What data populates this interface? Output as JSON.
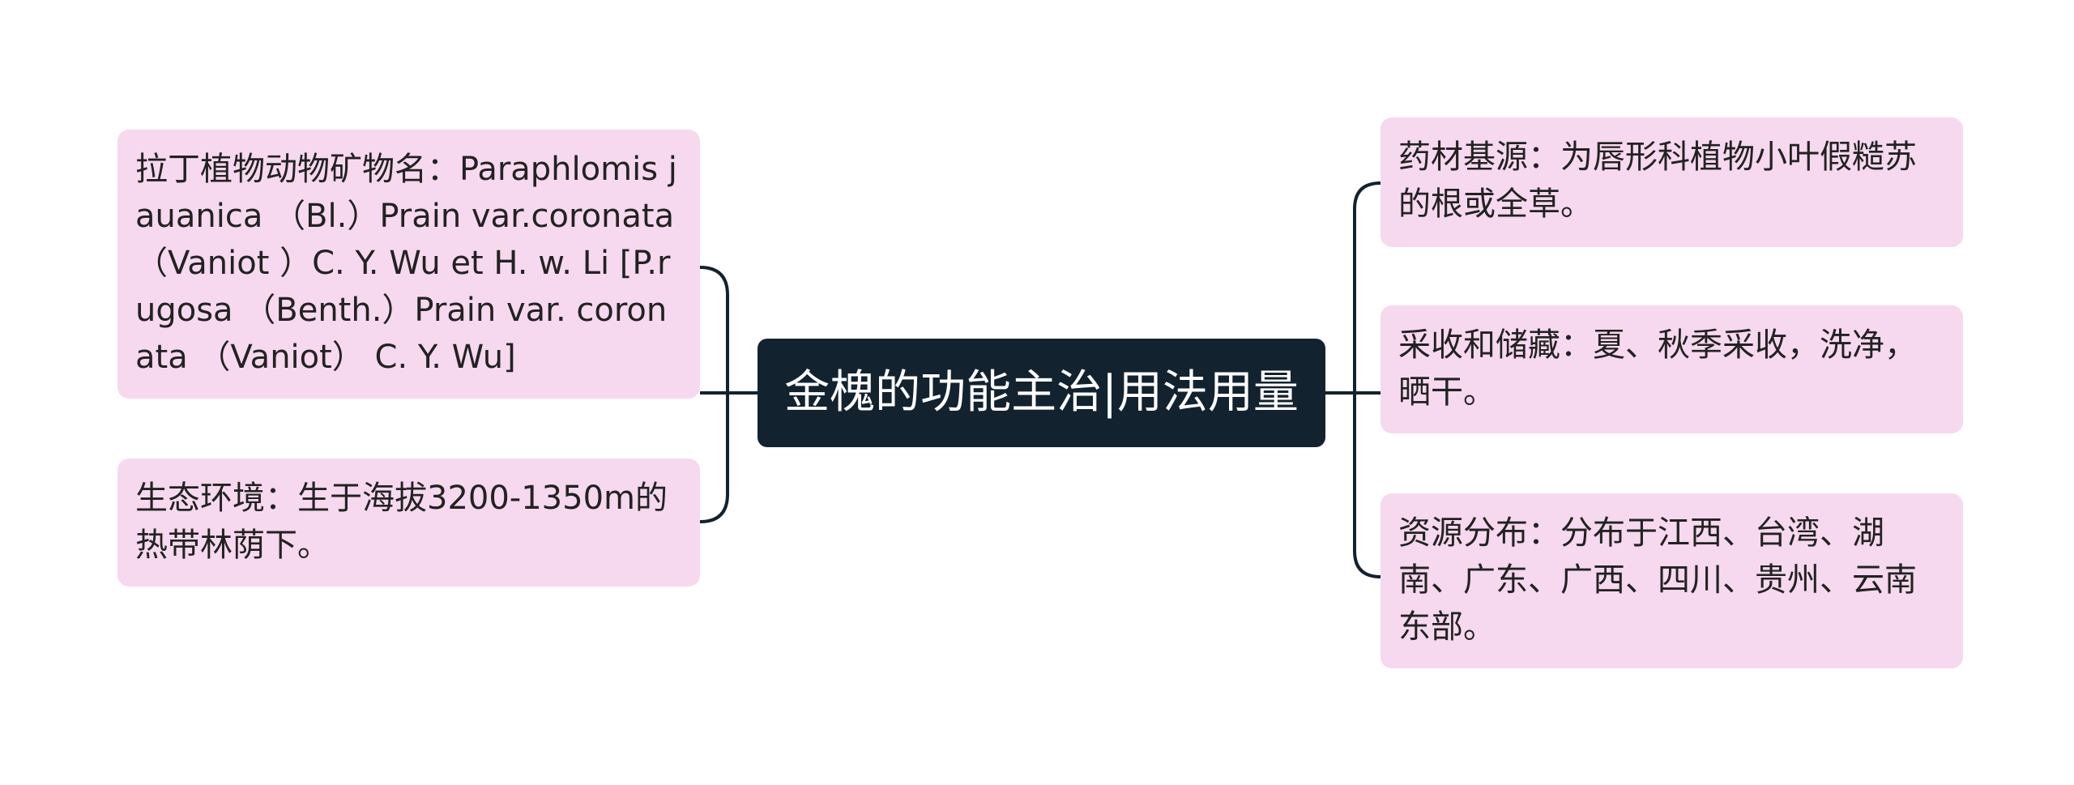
{
  "colors": {
    "root_bg": "#13222f",
    "root_text": "#ffffff",
    "node_bg": "#f6d9ee",
    "node_text": "#222222",
    "connector": "#13222f"
  },
  "root": {
    "title": "金槐的功能主治|用法用量"
  },
  "left_branches": [
    {
      "text": "拉丁植物动物矿物名：Paraphlomis jauanica （Bl.）Prain var.coronata （Vaniot ）C. Y. Wu et H. w. Li [P.rugosa （Benth.）Prain var. coronata （Vaniot） C. Y. Wu]"
    },
    {
      "text": "生态环境：生于海拔3200-1350m的热带林荫下。"
    }
  ],
  "right_branches": [
    {
      "text": "药材基源：为唇形科植物小叶假糙苏的根或全草。"
    },
    {
      "text": "采收和储藏：夏、秋季采收，洗净，晒干。"
    },
    {
      "text": "资源分布：分布于江西、台湾、湖南、广东、广西、四川、贵州、云南东部。"
    }
  ]
}
